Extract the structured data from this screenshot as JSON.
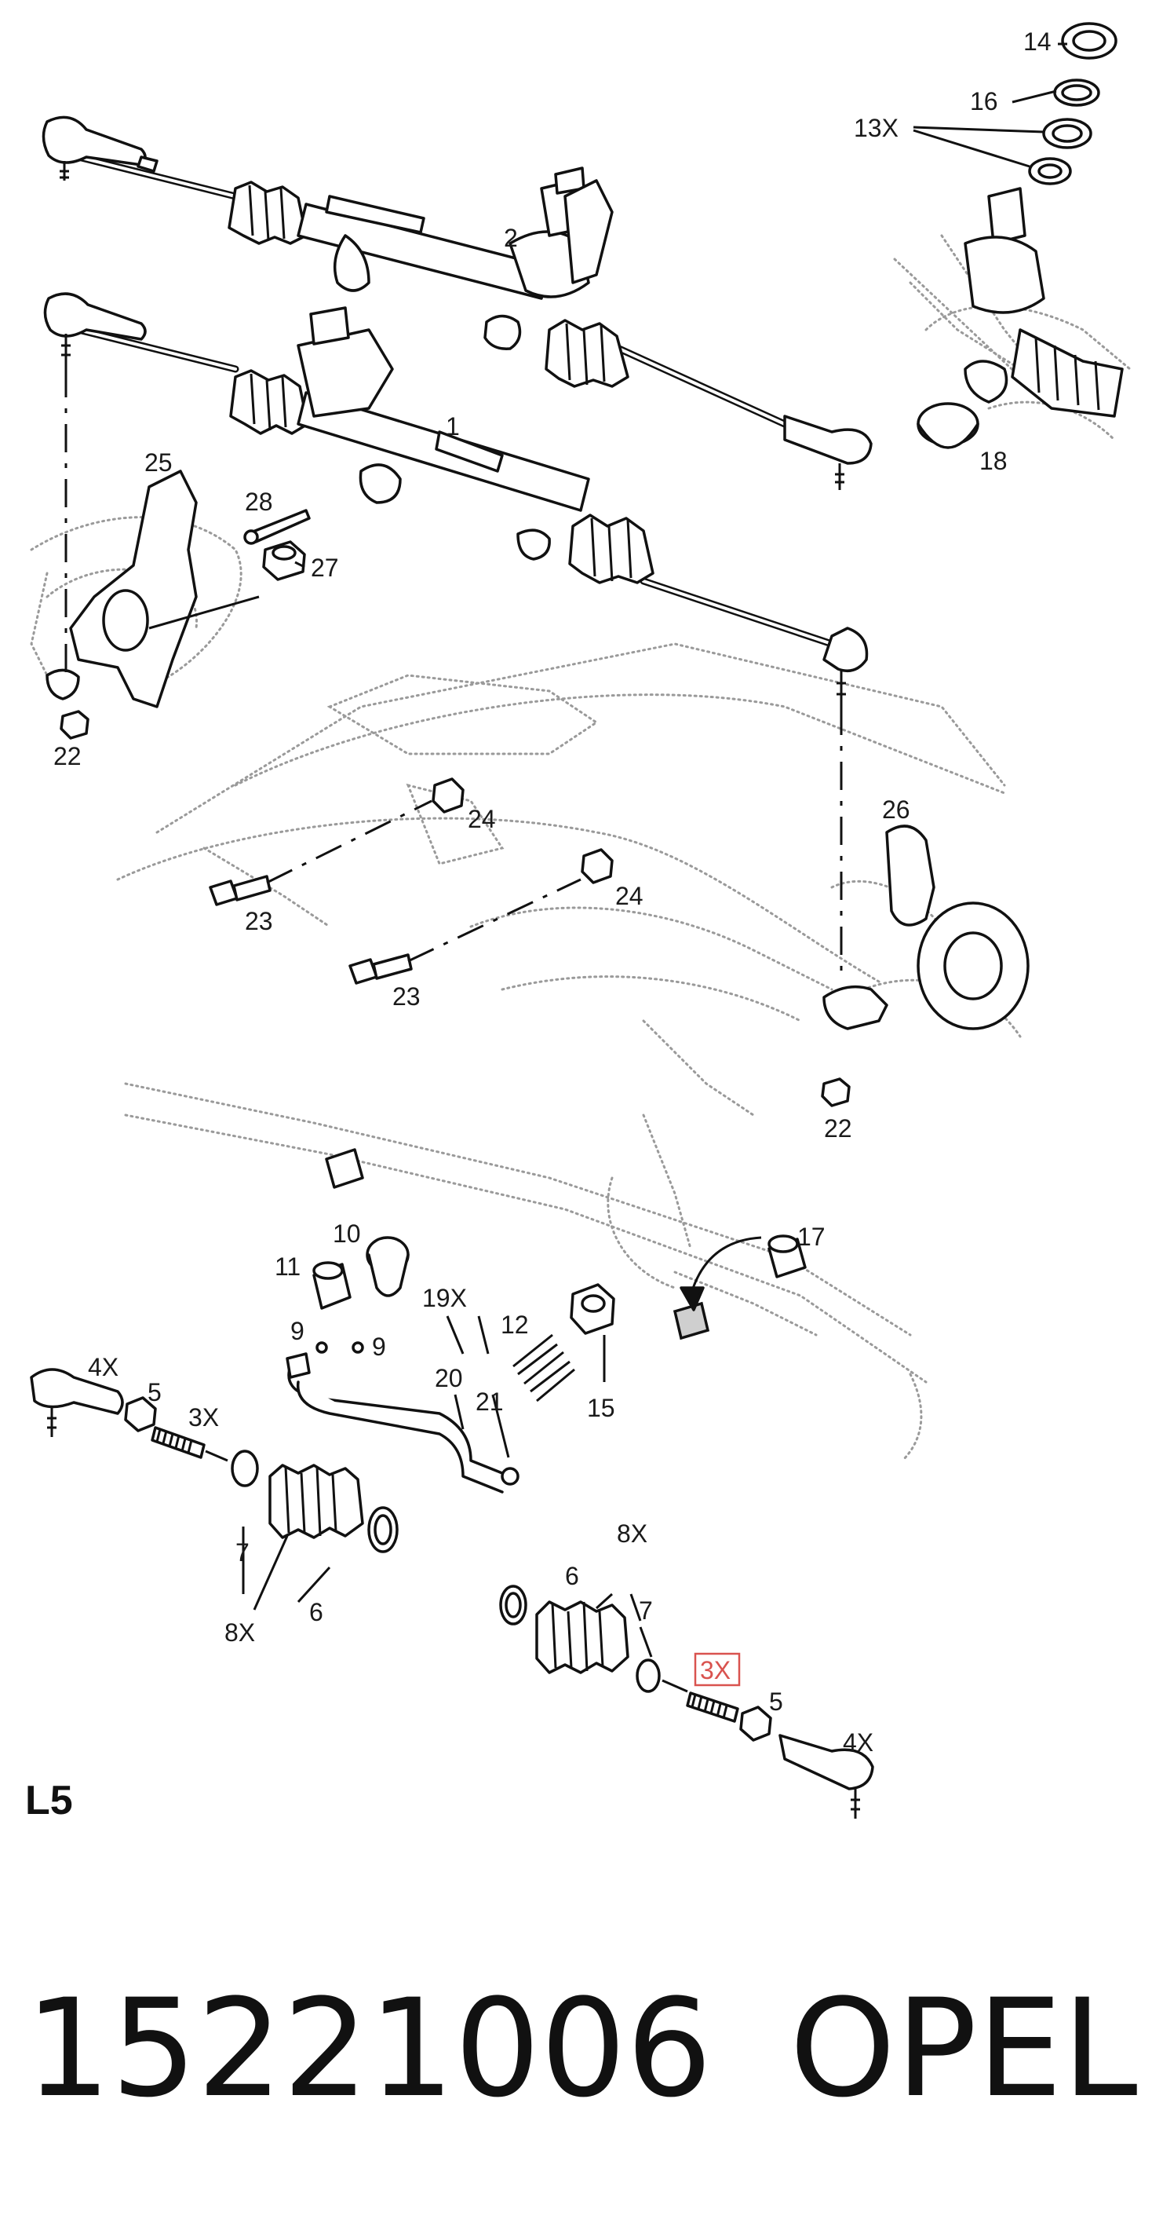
{
  "labels": {
    "l14": "14",
    "l16": "16",
    "l13x": "13X",
    "l2": "2",
    "l18": "18",
    "l1": "1",
    "l25": "25",
    "l28": "28",
    "l27": "27",
    "l22a": "22",
    "l24a": "24",
    "l26": "26",
    "l24b": "24",
    "l23a": "23",
    "l23b": "23",
    "l22b": "22",
    "l17": "17",
    "l10": "10",
    "l11": "11",
    "l19x": "19X",
    "l12": "12",
    "l9a": "9",
    "l9b": "9",
    "l20": "20",
    "l21": "21",
    "l15": "15",
    "l4xa": "4X",
    "l5a": "5",
    "l3xa": "3X",
    "l7a": "7",
    "l8xa": "8X",
    "l6a": "6",
    "l8xb": "8X",
    "l6b": "6",
    "l7b": "7",
    "l3xb": "3X",
    "l5b": "5",
    "l4xb": "4X"
  },
  "page_code": "L5",
  "part_number": "15221006",
  "brand": "OPEL",
  "highlight_color": "#d9534f"
}
